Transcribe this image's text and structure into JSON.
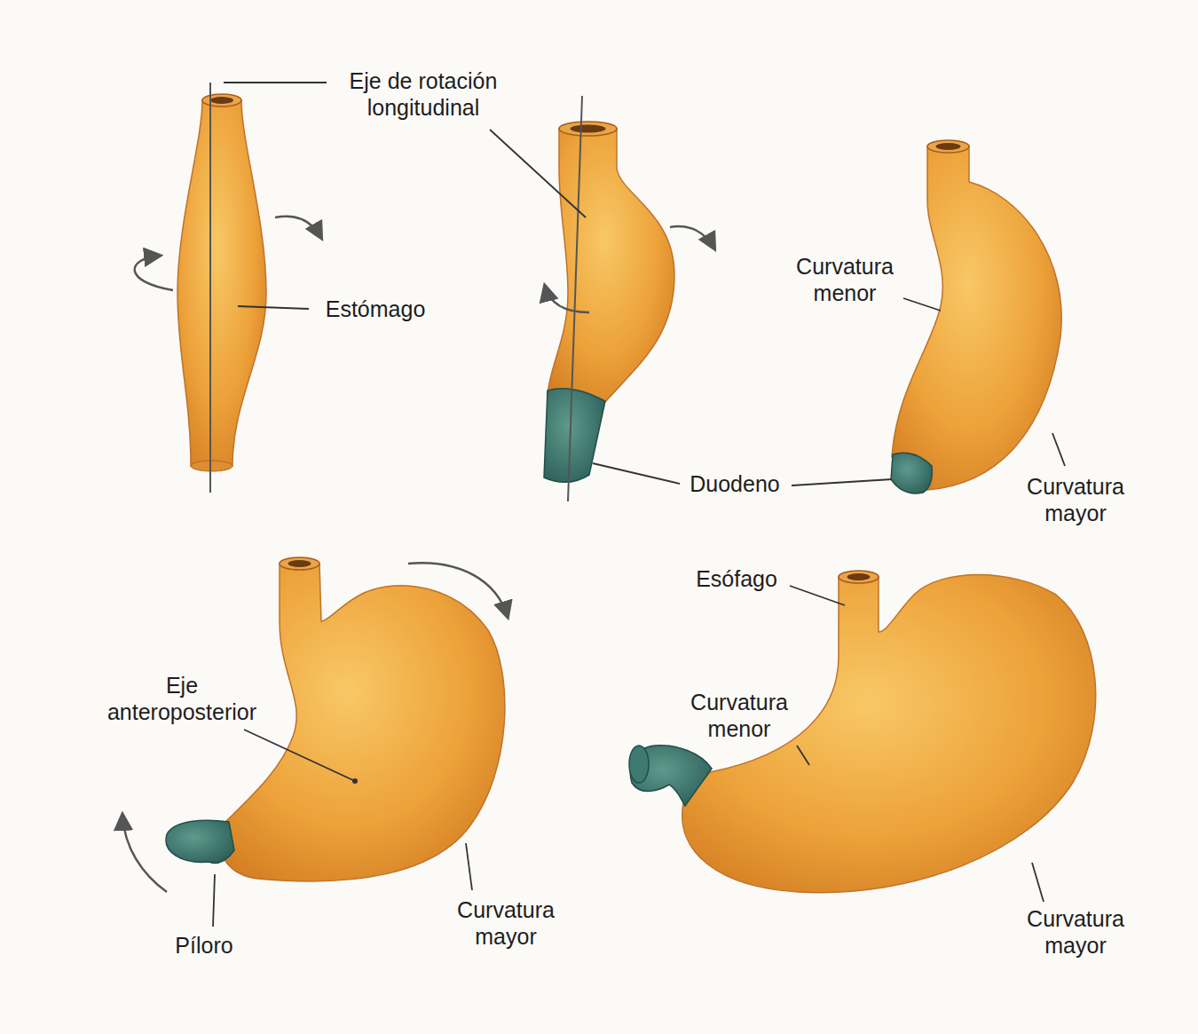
{
  "diagram": {
    "labels": [
      "Eje de rotación longitudinal",
      "Estómago",
      "Curvatura menor",
      "Duodeno",
      "Curvatura mayor",
      "Eje anteroposterior",
      "Píloro",
      "Curvatura mayor",
      "Esófago",
      "Curvatura menor",
      "Curvatura mayor"
    ]
  }
}
